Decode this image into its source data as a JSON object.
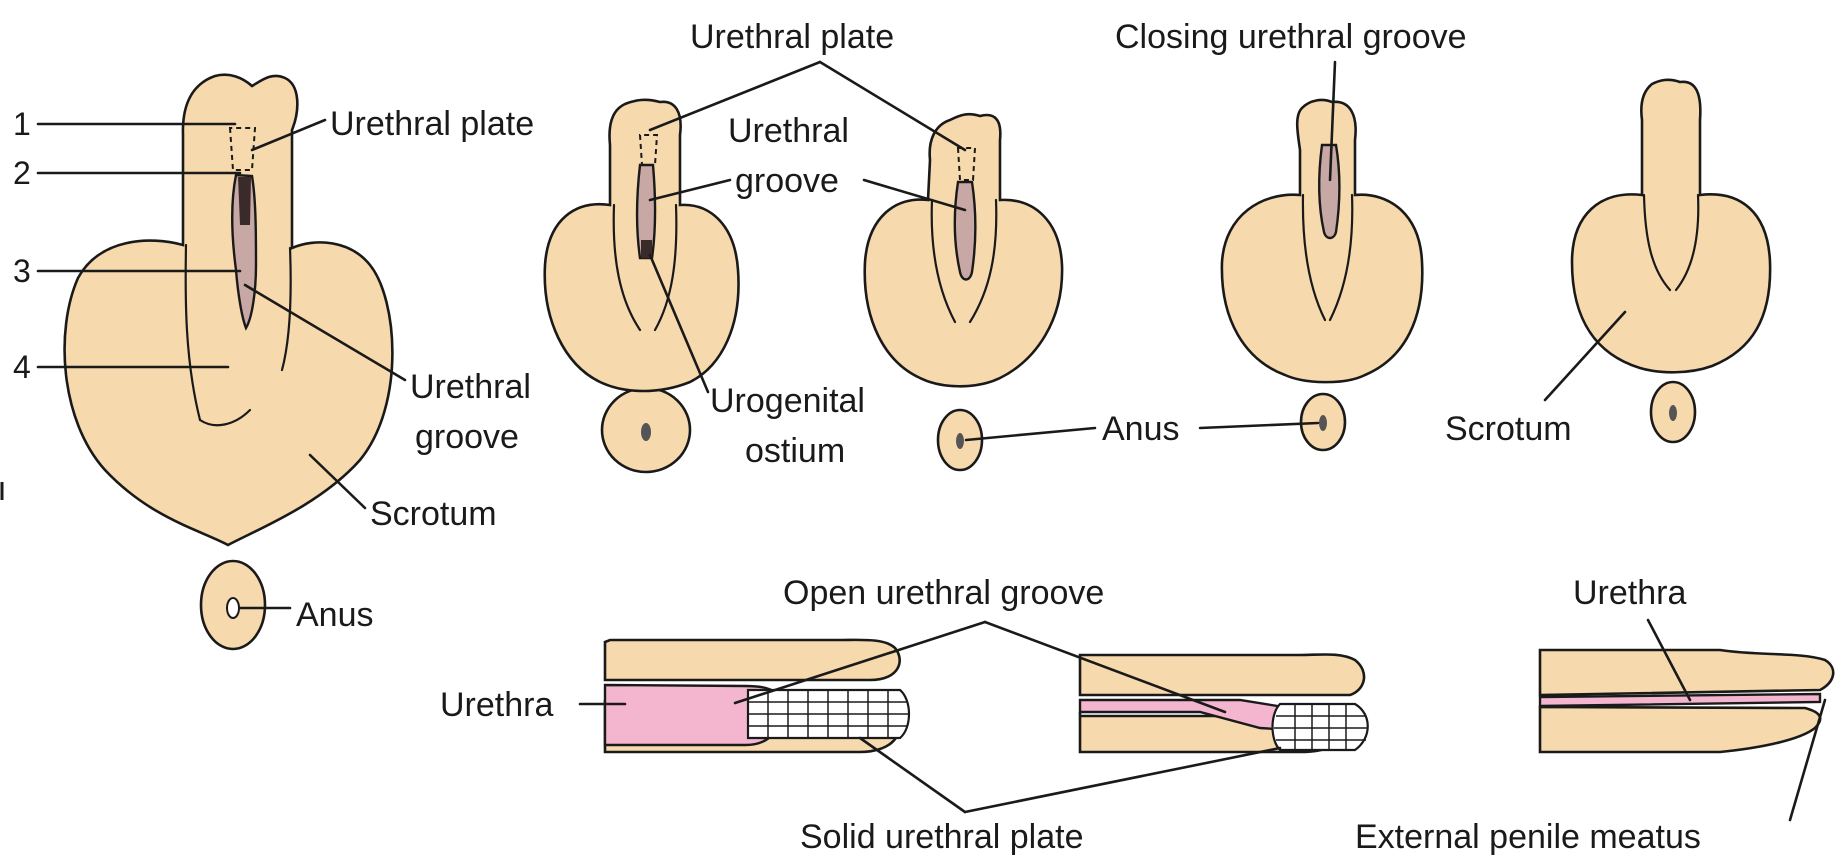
{
  "labels": {
    "num_1": "1",
    "num_2": "2",
    "num_3": "3",
    "num_4": "4",
    "s1_urethral_plate": "Urethral plate",
    "s1_urethral_groove_l1": "Urethral",
    "s1_urethral_groove_l2": "groove",
    "s1_scrotum": "Scrotum",
    "s1_anus": "Anus",
    "top_urethral_plate": "Urethral plate",
    "mid_urethral_groove_l1": "Urethral",
    "mid_urethral_groove_l2": "groove",
    "urogenital_ostium_l1": "Urogenital",
    "urogenital_ostium_l2": "ostium",
    "closing_urethral_groove": "Closing urethral groove",
    "anus_shared": "Anus",
    "s4_scrotum": "Scrotum",
    "open_urethral_groove": "Open urethral groove",
    "urethra_left": "Urethra",
    "solid_urethral_plate": "Solid urethral plate",
    "urethra_right": "Urethra",
    "external_penile_meatus": "External penile meatus"
  },
  "colors": {
    "skin": "#f6d9ad",
    "groove": "#c8a8a4",
    "urethra": "#f4b6cf",
    "outline": "#1a1a1a"
  }
}
